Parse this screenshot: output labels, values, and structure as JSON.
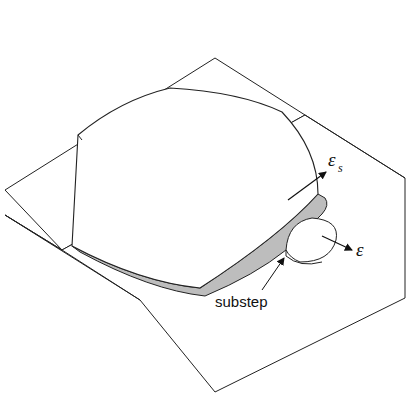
{
  "diagram": {
    "labels": [
      "ε",
      "s",
      "ε",
      "substep"
    ]
  }
}
